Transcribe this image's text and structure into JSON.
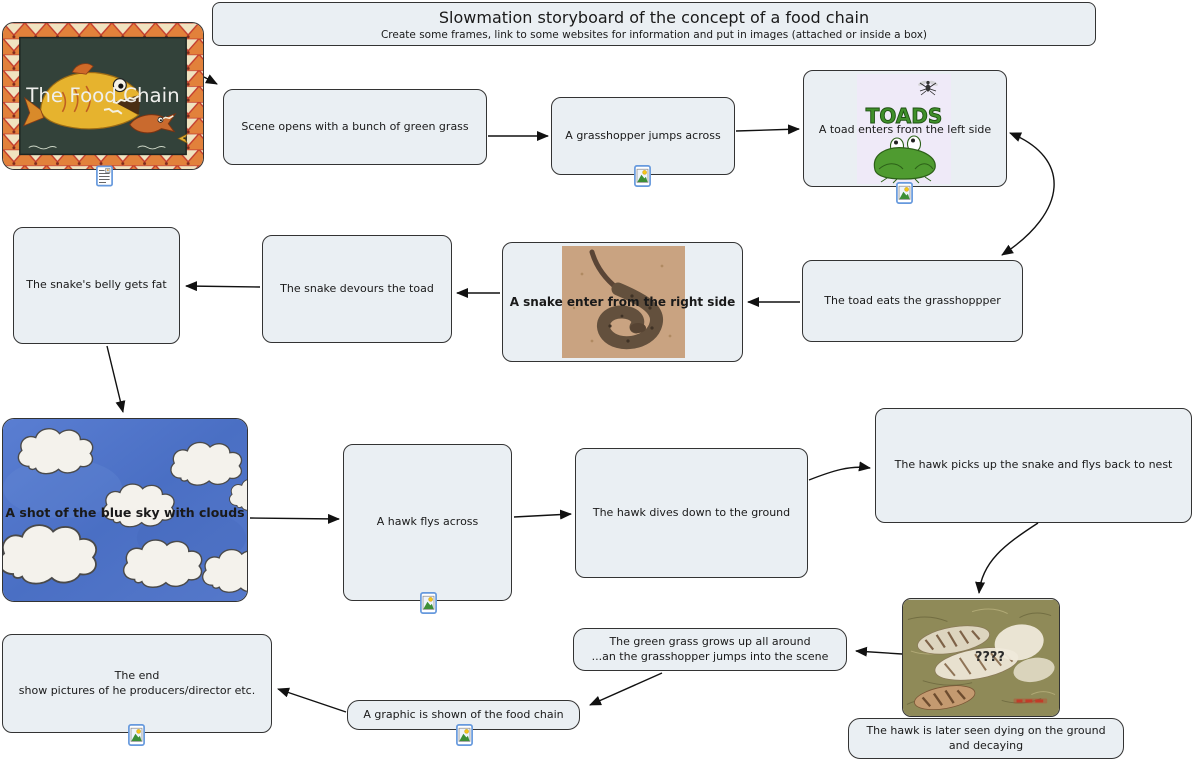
{
  "title": {
    "heading": "Slowmation storyboard of the concept of a food chain",
    "subheading": "Create some frames, link to some websites for information and put in images (attached or inside a box)"
  },
  "nodes": {
    "start_image": {
      "label": "The Food Chain"
    },
    "scene_grass": {
      "label": "Scene opens with a bunch of green grass"
    },
    "grasshopper": {
      "label": "A grasshopper jumps across"
    },
    "toad_enters": {
      "label": "A toad enters from the left side",
      "image_text": "TOADS"
    },
    "toad_eats": {
      "label": "The toad eats the grasshoppper"
    },
    "snake_enters": {
      "label": "A snake enter from the right side"
    },
    "snake_devours": {
      "label": "The snake devours the toad"
    },
    "snake_belly": {
      "label": "The snake's belly gets fat"
    },
    "sky": {
      "label": "A shot of the blue sky with clouds"
    },
    "hawk_flys": {
      "label": "A hawk flys across"
    },
    "hawk_dives": {
      "label": "The hawk dives down to the ground"
    },
    "hawk_picks": {
      "label": "The hawk picks up the snake and flys back to nest"
    },
    "hawk_dead_image": {
      "overlay": "????"
    },
    "hawk_dying": {
      "line1": "The hawk is later seen dying on the ground",
      "line2": "and decaying"
    },
    "grass_grows": {
      "line1": "The green grass grows up all around",
      "line2": "...an the grasshopper jumps into the scene"
    },
    "graphic": {
      "label": "A graphic is shown of the food chain"
    },
    "the_end": {
      "line1": "The end",
      "line2": "show pictures of he producers/director etc."
    }
  },
  "icons": {
    "note_attachment": "note-icon",
    "image_attachment": "image-icon"
  },
  "colors": {
    "node_fill": "#eaeff3",
    "node_border": "#333333",
    "arrow": "#111111",
    "sky_blue": "#4f74c8",
    "toads_green": "#3f8f2a",
    "snake_brown": "#63503d",
    "frame_orange": "#e2813b"
  },
  "connections": [
    {
      "from": "start_image",
      "to": "scene_grass"
    },
    {
      "from": "scene_grass",
      "to": "grasshopper"
    },
    {
      "from": "grasshopper",
      "to": "toad_enters"
    },
    {
      "from": "toad_enters",
      "to": "toad_eats",
      "style": "curved-double-arrow"
    },
    {
      "from": "toad_eats",
      "to": "snake_enters"
    },
    {
      "from": "snake_enters",
      "to": "snake_devours"
    },
    {
      "from": "snake_devours",
      "to": "snake_belly"
    },
    {
      "from": "snake_belly",
      "to": "sky"
    },
    {
      "from": "sky",
      "to": "hawk_flys"
    },
    {
      "from": "hawk_flys",
      "to": "hawk_dives"
    },
    {
      "from": "hawk_dives",
      "to": "hawk_picks"
    },
    {
      "from": "hawk_picks",
      "to": "hawk_dead_image"
    },
    {
      "from": "hawk_dead_image",
      "to": "grass_grows"
    },
    {
      "from": "grass_grows",
      "to": "graphic"
    },
    {
      "from": "graphic",
      "to": "the_end"
    }
  ]
}
